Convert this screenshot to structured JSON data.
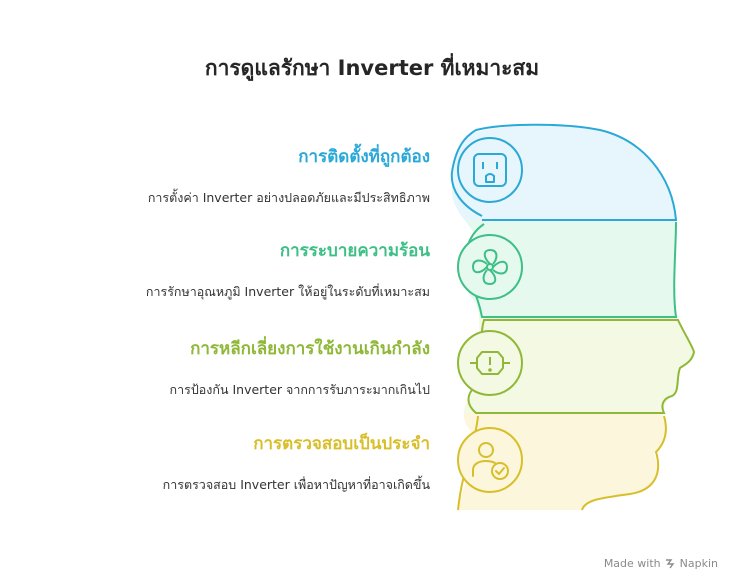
{
  "title": "การดูแลรักษา Inverter ที่เหมาะสม",
  "items": [
    {
      "title": "การติดตั้งที่ถูกต้อง",
      "description": "การตั้งค่า Inverter อย่างปลอดภัยและมีประสิทธิภาพ",
      "color": "#2aa9d8",
      "fill": "#e6f6fc",
      "icon": "power-outlet-icon"
    },
    {
      "title": "การระบายความร้อน",
      "description": "การรักษาอุณหภูมิ Inverter ให้อยู่ในระดับที่เหมาะสม",
      "color": "#3dbf86",
      "fill": "#e6f9ef",
      "icon": "fan-icon"
    },
    {
      "title": "การหลีกเลี่ยงการใช้งานเกินกำลัง",
      "description": "การป้องกัน Inverter จากการรับภาระมากเกินไป",
      "color": "#8fb838",
      "fill": "#f3f9e2",
      "icon": "overload-warning-icon"
    },
    {
      "title": "การตรวจสอบเป็นประจำ",
      "description": "การตรวจสอบ Inverter เพื่อหาปัญหาที่อาจเกิดขึ้น",
      "color": "#d8bf2a",
      "fill": "#fcf6dc",
      "icon": "user-check-icon"
    }
  ],
  "footer": {
    "made_with": "Made with",
    "brand": "Napkin"
  }
}
